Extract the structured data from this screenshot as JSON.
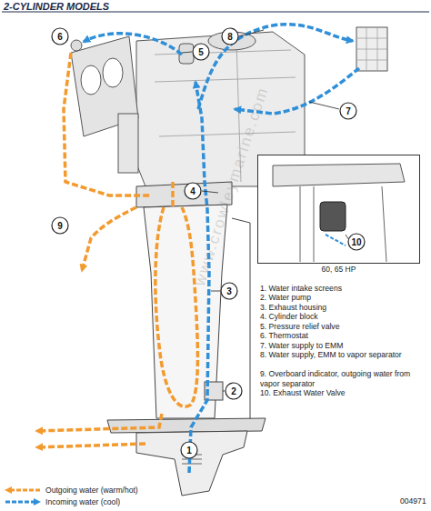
{
  "diagram": {
    "title": "2-CYLINDER MODELS",
    "nodes": [
      {
        "text": [
          "8"
        ]
      },
      {
        "text": [
          "6"
        ]
      },
      {
        "text": [
          "5"
        ]
      },
      {
        "text": [
          "7"
        ]
      },
      {
        "text": [
          "60, 65 HP"
        ]
      },
      {
        "text": [
          "10"
        ],
        "in": 4
      },
      {
        "text": [
          "4"
        ]
      },
      {
        "text": [
          "9"
        ]
      },
      {
        "text": [
          "3"
        ]
      },
      {
        "text": [
          "2"
        ]
      },
      {
        "text": [
          "1"
        ]
      }
    ],
    "labels": [
      "www.crowleymarine.com",
      "1. Water intake screens",
      "2. Water pump",
      "3. Exhaust housing",
      "4. Cylinder block",
      "5. Pressure relief valve",
      "6. Thermostat",
      "7. Water supply to EMM",
      "8. Water supply, EMM to vapor separator",
      "9. Overboard indicator, outgoing water from vapor separator",
      "10. Exhaust Water Valve",
      "004971"
    ],
    "legend": [
      {
        "text": "Outgoing water (warm/hot)"
      },
      {
        "text": "Incoming water (cool)"
      }
    ]
  }
}
